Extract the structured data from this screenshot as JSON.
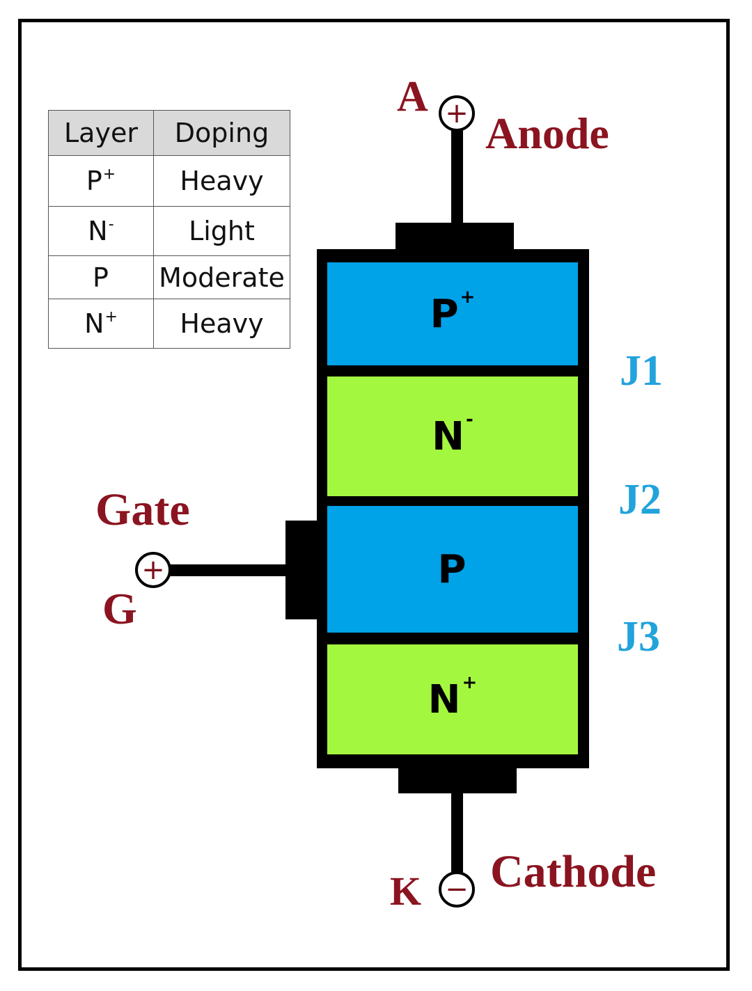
{
  "table": {
    "headers": [
      "Layer",
      "Doping"
    ],
    "rows": [
      {
        "layer": "P",
        "sup": "+",
        "doping": "Heavy"
      },
      {
        "layer": "N",
        "sup": "-",
        "doping": "Light"
      },
      {
        "layer": "P",
        "sup": "",
        "doping": "Moderate"
      },
      {
        "layer": "N",
        "sup": "+",
        "doping": "Heavy"
      }
    ]
  },
  "layers": [
    {
      "label": "P",
      "sup": "+",
      "color": "#00a2e8"
    },
    {
      "label": "N",
      "sup": "-",
      "color": "#a4f73f"
    },
    {
      "label": "P",
      "sup": "",
      "color": "#00a2e8"
    },
    {
      "label": "N",
      "sup": "+",
      "color": "#a4f73f"
    }
  ],
  "junctions": [
    "J1",
    "J2",
    "J3"
  ],
  "terminals": {
    "anode": {
      "letter": "A",
      "name": "Anode",
      "symbol": "+"
    },
    "gate": {
      "letter": "G",
      "name": "Gate",
      "symbol": "+"
    },
    "cathode": {
      "letter": "K",
      "name": "Cathode",
      "symbol": "−"
    }
  },
  "colors": {
    "label": "#8a1420",
    "junction": "#22a3dc",
    "p_layer": "#00a2e8",
    "n_layer": "#a4f73f"
  }
}
